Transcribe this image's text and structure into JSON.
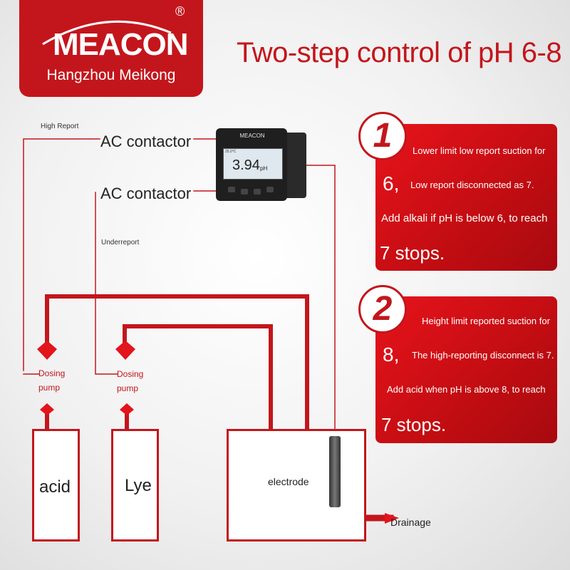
{
  "logo": {
    "brand": "MEACON",
    "reg": "®",
    "subtitle": "Hangzhou Meikong"
  },
  "title": "Two-step control of pH 6-8",
  "controller": {
    "brand": "MEACON",
    "temp": "25.0°C",
    "value": "3.94",
    "unit": "pH"
  },
  "labels": {
    "high_report": "High Report",
    "under_report": "Underreport",
    "ac_contactor_1": "AC contactor",
    "ac_contactor_2": "AC contactor",
    "dosing_pump_1_a": "Dosing",
    "dosing_pump_1_b": "pump",
    "dosing_pump_2_a": "Dosing",
    "dosing_pump_2_b": "pump",
    "acid": "acid",
    "lye": "Lye",
    "electrode": "electrode",
    "drainage": "Drainage"
  },
  "steps": [
    {
      "number": "1",
      "line1": "Lower limit low report suction for",
      "line2_num": "6,",
      "line2": "Low report disconnected as 7.",
      "line3": "Add alkali if pH is below 6, to reach",
      "line4": "7 stops."
    },
    {
      "number": "2",
      "line1": "Height limit reported suction for",
      "line2_num": "8,",
      "line2": "The high-reporting disconnect is 7.",
      "line3": "Add acid when pH is above 8, to reach",
      "line4": "7 stops."
    }
  ],
  "colors": {
    "accent": "#c3161c",
    "text": "#222222",
    "card": "#e8131b"
  }
}
